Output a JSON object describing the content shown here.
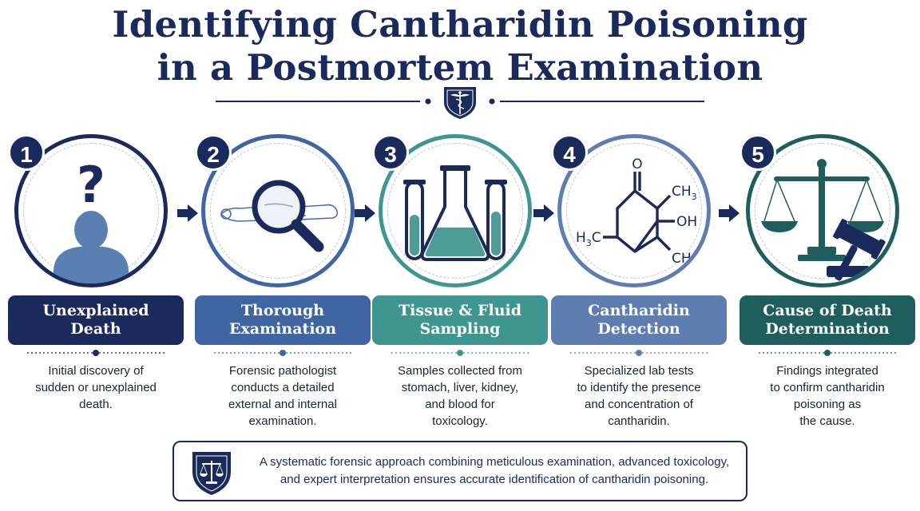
{
  "title_line1": "Identifying Cantharidin Poisoning",
  "title_line2": "in a Postmortem Examination",
  "header_icon": "caduceus-shield-icon",
  "colors": {
    "navy": "#1b2a5c",
    "blue": "#3f66a3",
    "teal": "#3f9690",
    "slate": "#5e7db0",
    "green": "#1e5f5e"
  },
  "steps": [
    {
      "number": "1",
      "icon": "question-person-icon",
      "label_line1": "Unexplained",
      "label_line2": "Death",
      "desc_line1": "Initial discovery of",
      "desc_line2": "sudden or unexplained",
      "desc_line3": "death.",
      "desc_line4": ""
    },
    {
      "number": "2",
      "icon": "magnifier-body-icon",
      "label_line1": "Thorough",
      "label_line2": "Examination",
      "desc_line1": "Forensic pathologist",
      "desc_line2": "conducts a detailed",
      "desc_line3": "external and internal",
      "desc_line4": "examination."
    },
    {
      "number": "3",
      "icon": "lab-flask-tubes-icon",
      "label_line1": "Tissue & Fluid",
      "label_line2": "Sampling",
      "desc_line1": "Samples collected from",
      "desc_line2": "stomach, liver, kidney,",
      "desc_line3": "and blood for",
      "desc_line4": "toxicology."
    },
    {
      "number": "4",
      "icon": "chemical-structure-icon",
      "label_line1": "Cantharidin",
      "label_line2": "Detection",
      "desc_line1": "Specialized lab tests",
      "desc_line2": "to identify the presence",
      "desc_line3": "and concentration of",
      "desc_line4": "cantharidin."
    },
    {
      "number": "5",
      "icon": "scales-gavel-icon",
      "label_line1": "Cause of Death",
      "label_line2": "Determination",
      "desc_line1": "Findings integrated",
      "desc_line2": "to confirm cantharidin",
      "desc_line3": "poisoning as",
      "desc_line4": "the cause."
    }
  ],
  "molecule": {
    "o": "O",
    "ch3_top": "CH",
    "oh": "OH",
    "h3c": "H",
    "ch3_bottom": "CH",
    "sub3": "3"
  },
  "footer": {
    "icon": "justice-shield-icon",
    "line1": "A systematic forensic approach combining meticulous examination, advanced toxicology,",
    "line2": "and expert interpretation ensures accurate identification of cantharidin poisoning."
  }
}
